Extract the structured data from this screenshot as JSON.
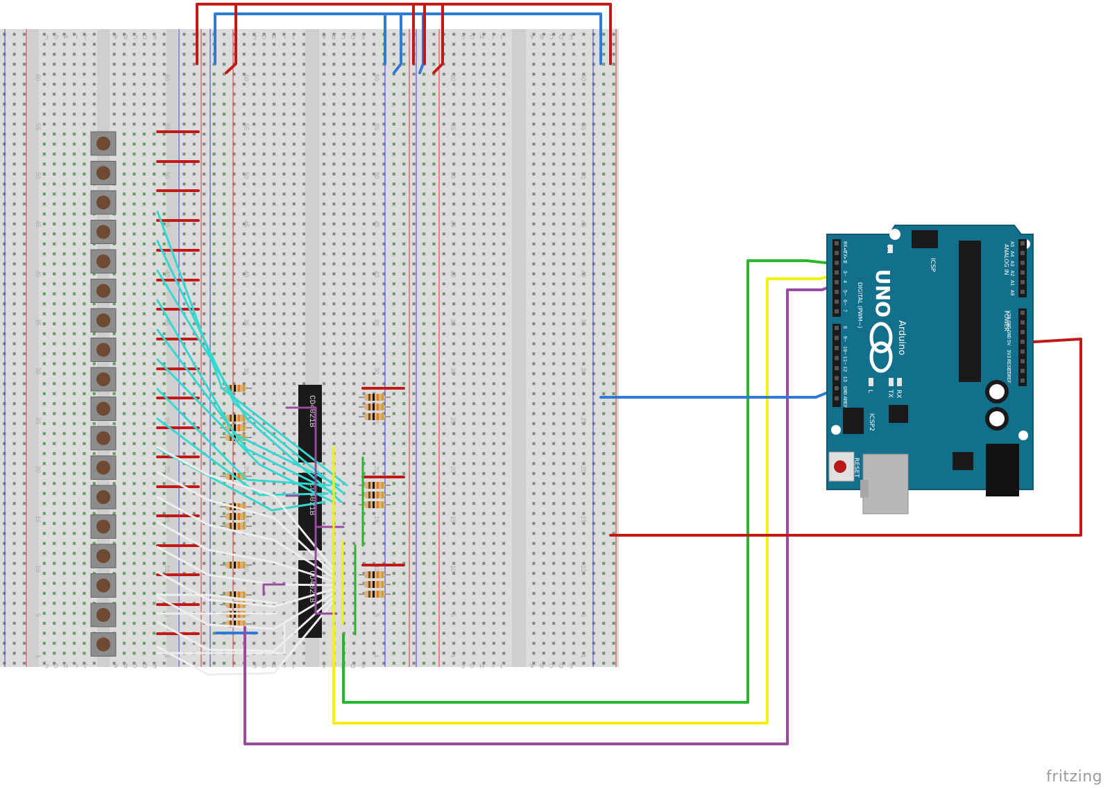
{
  "tool_watermark": "fritzing",
  "breadboard": {
    "columns_letters_left": [
      "F",
      "G",
      "H",
      "I",
      "J"
    ],
    "columns_letters_right": [
      "A",
      "B",
      "C",
      "D",
      "E"
    ],
    "row_numbers": [
      "60",
      "55",
      "50",
      "45",
      "40",
      "35",
      "30",
      "25",
      "20",
      "15",
      "10",
      "5",
      "1"
    ]
  },
  "chips": [
    {
      "label": "CD4021B"
    },
    {
      "label": "CD4021B"
    },
    {
      "label": "CD4021B"
    }
  ],
  "arduino": {
    "brand": "Arduino",
    "model": "UNO",
    "header_top_labels": [
      "RX◂0",
      "TX▸1",
      "2",
      "3~",
      "4",
      "5~",
      "6~",
      "7"
    ],
    "header_bottom_labels": [
      "8",
      "9~",
      "10~",
      "11~",
      "12",
      "13",
      "GND",
      "AREF"
    ],
    "analog_labels": [
      "A5",
      "A4",
      "A3",
      "A2",
      "A1",
      "A0"
    ],
    "analog_title": "ANALOG IN",
    "power_labels": [
      "VIN",
      "GND",
      "GND",
      "5V",
      "3V3",
      "RESET",
      "IOREF"
    ],
    "power_title": "POWER",
    "digital_title": "DIGITAL (PWM~)",
    "icsp_label": "ICSP",
    "icsp2_label": "ICSP2",
    "on_label": "ON",
    "l_label": "L",
    "tx_label": "TX",
    "rx_label": "RX",
    "reset_label": "RESET"
  },
  "colors": {
    "wire_red": "#c41818",
    "wire_blue": "#2f7ad8",
    "wire_green": "#27b827",
    "wire_yellow": "#f2f20a",
    "wire_purple": "#9a4aa0",
    "wire_cyan": "#34d8d0",
    "wire_white": "#eeeeee",
    "board_teal": "#12708c",
    "breadboard": "#dcdcdc"
  }
}
